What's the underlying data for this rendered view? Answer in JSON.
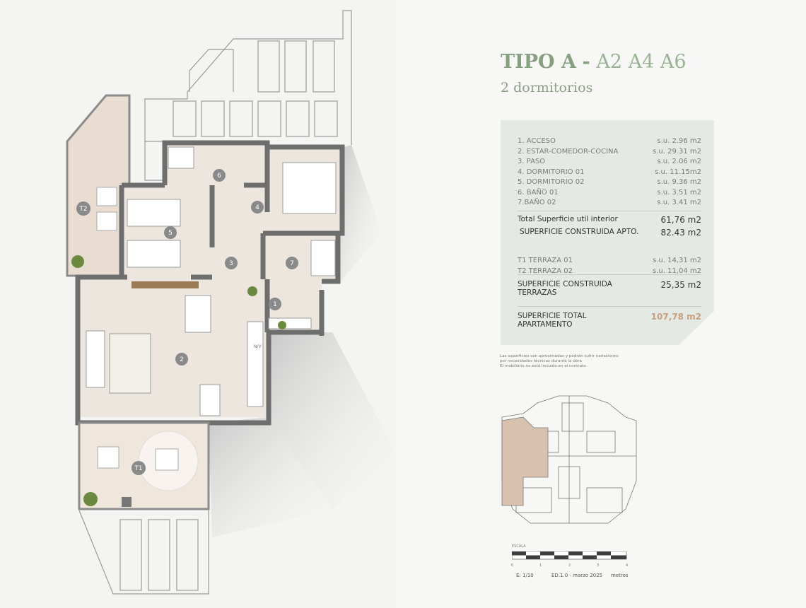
{
  "header": {
    "type_label": "TIPO A",
    "dash": "-",
    "units": "A2 A4 A6",
    "subtitle": "2 dormitorios"
  },
  "rooms": [
    {
      "name": "1. ACCESO",
      "area": "s.u.  2.96 m2"
    },
    {
      "name": "2. ESTAR-COMEDOR-COCINA",
      "area": "s.u. 29.31 m2"
    },
    {
      "name": "3. PASO",
      "area": "s.u.  2.06 m2"
    },
    {
      "name": "4. DORMITORIO 01",
      "area": "s.u. 11.15m2"
    },
    {
      "name": "5. DORMITORIO 02",
      "area": "s.u.  9.36 m2"
    },
    {
      "name": "6. BAÑO 01",
      "area": "s.u.  3.51 m2"
    },
    {
      "name": "7.BAÑO 02",
      "area": "s.u.  3.41 m2"
    }
  ],
  "totals": {
    "util_label": "Total Superficie util interior",
    "util_value": "61,76 m2",
    "construida_label": "SUPERFICIE CONSTRUIDA APTO.",
    "construida_value": "82.43 m2"
  },
  "terraces": [
    {
      "name": "T1 TERRAZA 01",
      "area": "s.u.  14,31 m2"
    },
    {
      "name": "T2 TERRAZA 02",
      "area": "s.u. 11,04 m2"
    }
  ],
  "terraces_total": {
    "label_1": "SUPERFICIE CONSTRUIDA",
    "label_2": "TERRAZAS",
    "value": "25,35 m2"
  },
  "grand_total": {
    "label_1": "SUPERFICIE TOTAL",
    "label_2": "APARTAMENTO",
    "value": "107,78 m2"
  },
  "notes": [
    "Las superficies son aproximadas y podrán sufrir variaciones",
    "por necesidades técnicas durante la obra",
    "El mobiliario no está incluido en el contrato"
  ],
  "plan_labels": {
    "r1": "1",
    "r2": "2",
    "r3": "3",
    "r4": "4",
    "r5": "5",
    "r6": "6",
    "r7": "7",
    "t1": "T1",
    "t2": "T2",
    "nevera": "N/V"
  },
  "scale": {
    "label": "ESCALA",
    "ticks": [
      "0",
      "1",
      "2",
      "3",
      "4"
    ],
    "ratio": "E: 1/10",
    "edition": "ED.1.0 - marzo 2025",
    "unit": "metros"
  },
  "colors": {
    "accent_green": "#86a07f",
    "panel": "#e4e9e3",
    "total_value": "#c9a17f",
    "floor": "#ede6de",
    "wall": "#6e6e6e"
  }
}
